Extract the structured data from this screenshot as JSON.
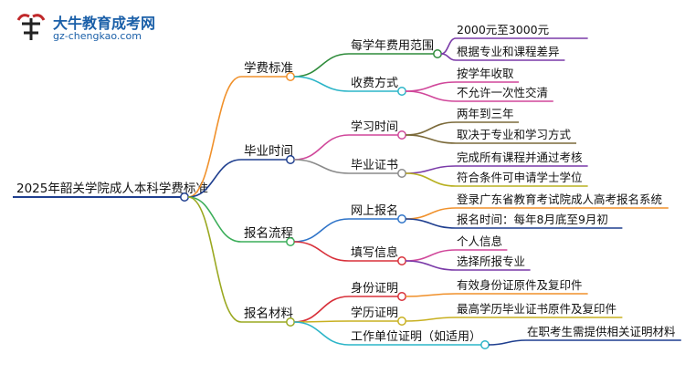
{
  "logo": {
    "name": "大牛教育成考网",
    "url": "gz-chengkao.com"
  },
  "root": "2025年韶关学院成人本科学费标准",
  "branches": [
    {
      "label": "学费标准",
      "color": "#f0902a",
      "children": [
        {
          "label": "每学年费用范围",
          "color": "#2e8b3a",
          "leaves": [
            {
              "label": "2000元至3000元",
              "color": "#7a3aa8"
            },
            {
              "label": "根据专业和课程差异",
              "color": "#7a3aa8"
            }
          ]
        },
        {
          "label": "收费方式",
          "color": "#2cb5c8",
          "leaves": [
            {
              "label": "按学年收取",
              "color": "#d0479a"
            },
            {
              "label": "不允许一次性交清",
              "color": "#d0479a"
            }
          ]
        }
      ]
    },
    {
      "label": "毕业时间",
      "color": "#1f3f8f",
      "children": [
        {
          "label": "学习时间",
          "color": "#d0479a",
          "leaves": [
            {
              "label": "两年到三年",
              "color": "#7b6a3a"
            },
            {
              "label": "取决于专业和学习方式",
              "color": "#7b6a3a"
            }
          ]
        },
        {
          "label": "毕业证书",
          "color": "#8a8a8a",
          "leaves": [
            {
              "label": "完成所有课程并通过考核",
              "color": "#7a3aa8"
            },
            {
              "label": "符合条件可申请学士学位",
              "color": "#b8b020"
            }
          ]
        }
      ]
    },
    {
      "label": "报名流程",
      "color": "#3cae5a",
      "children": [
        {
          "label": "网上报名",
          "color": "#2e73c8",
          "leaves": [
            {
              "label": "登录广东省教育考试院成人高考报名系统",
              "color": "#f0902a"
            },
            {
              "label": "报名时间：每年8月底至9月初",
              "color": "#1f3f8f"
            }
          ]
        },
        {
          "label": "填写信息",
          "color": "#d8303a",
          "leaves": [
            {
              "label": "个人信息",
              "color": "#d0479a"
            },
            {
              "label": "选择所报专业",
              "color": "#7a3aa8"
            }
          ]
        }
      ]
    },
    {
      "label": "报名材料",
      "color": "#9aa820",
      "children": [
        {
          "label": "身份证明",
          "color": "#d8303a",
          "leaves": [
            {
              "label": "有效身份证原件及复印件",
              "color": "#f0902a"
            }
          ]
        },
        {
          "label": "学历证明",
          "color": "#c8b020",
          "leaves": [
            {
              "label": "最高学历毕业证书原件及复印件",
              "color": "#c8b020"
            }
          ]
        },
        {
          "label": "工作单位证明（如适用）",
          "color": "#2cb5c8",
          "leaves": [
            {
              "label": "在职考生需提供相关证明材料",
              "color": "#1f3f8f"
            }
          ]
        }
      ]
    }
  ]
}
